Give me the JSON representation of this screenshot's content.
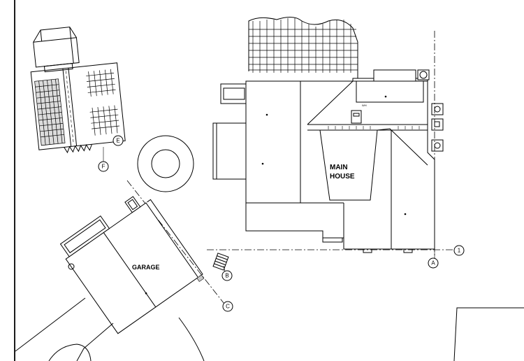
{
  "labels": {
    "main_house_line1": "MAIN",
    "main_house_line2": "HOUSE",
    "garage": "GARAGE",
    "wh": "WH"
  },
  "grid_markers": {
    "a": "A",
    "b": "B",
    "c": "C",
    "e": "E",
    "f": "F",
    "one": "1"
  }
}
